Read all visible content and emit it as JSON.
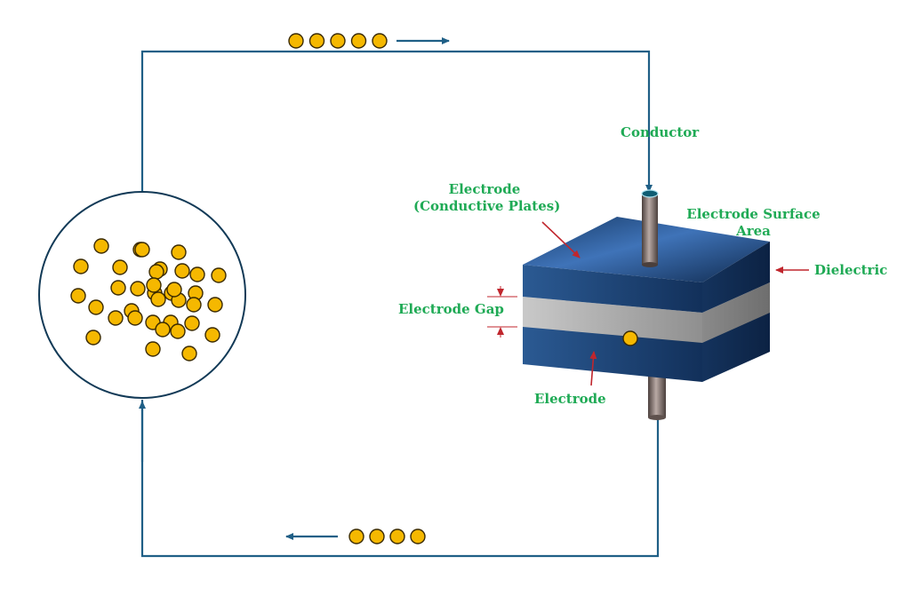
{
  "labels": {
    "conductor": "Conductor",
    "electrode_top_line1": "Electrode",
    "electrode_top_line2": "(Conductive Plates)",
    "surface_line1": "Electrode Surface",
    "surface_line2": "Area",
    "dielectric": "Dielectric",
    "gap": "Electrode Gap",
    "electrode_bottom": "Electrode"
  },
  "colors": {
    "wire": "#1f5f86",
    "label": "#1faa55",
    "pointer": "#c0262d",
    "particle": "#f5b800",
    "plate": "#1c3f6e",
    "dielectric": "#9a9a9a"
  },
  "flow": {
    "top_particle_count": 5,
    "bottom_particle_count": 4,
    "source_particle_count": 40,
    "dielectric_particle_count": 1
  }
}
